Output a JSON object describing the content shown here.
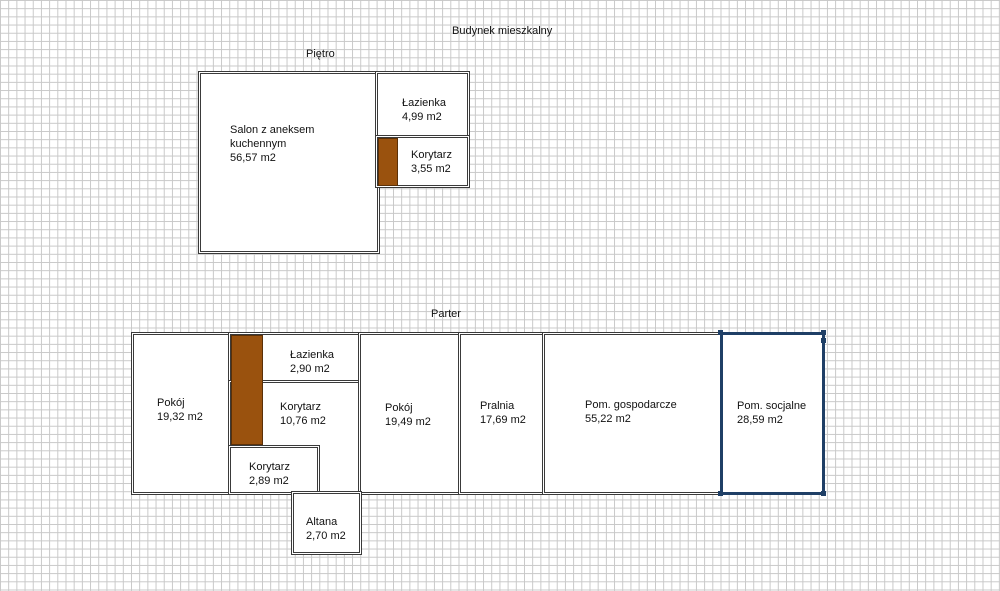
{
  "building_title": "Budynek mieszkalny",
  "floors": {
    "upper": {
      "name": "Piętro",
      "rooms": {
        "salon": {
          "lines": [
            "Salon z aneksem",
            "kuchennym",
            "56,57 m2"
          ]
        },
        "lazienka": {
          "lines": [
            "Łazienka",
            "4,99 m2"
          ]
        },
        "korytarz": {
          "lines": [
            "Korytarz",
            "3,55 m2"
          ]
        }
      }
    },
    "ground": {
      "name": "Parter",
      "rooms": {
        "pokoj1": {
          "lines": [
            "Pokój",
            "19,32 m2"
          ]
        },
        "lazienka": {
          "lines": [
            "Łazienka",
            "2,90 m2"
          ]
        },
        "korytarz1": {
          "lines": [
            "Korytarz",
            "10,76 m2"
          ]
        },
        "korytarz2": {
          "lines": [
            "Korytarz",
            "2,89 m2"
          ]
        },
        "pokoj2": {
          "lines": [
            "Pokój",
            "19,49 m2"
          ]
        },
        "pralnia": {
          "lines": [
            "Pralnia",
            "17,69 m2"
          ]
        },
        "gospodarcze": {
          "lines": [
            "Pom. gospodarcze",
            "55,22 m2"
          ]
        },
        "socjalne": {
          "lines": [
            "Pom. socjalne",
            "28,59 m2"
          ]
        },
        "altana": {
          "lines": [
            "Altana",
            "2,70 m2"
          ]
        }
      }
    }
  },
  "colors": {
    "wall": "#3a3a3a",
    "stairs": "#9a520e",
    "selection": "#1f3f66"
  }
}
